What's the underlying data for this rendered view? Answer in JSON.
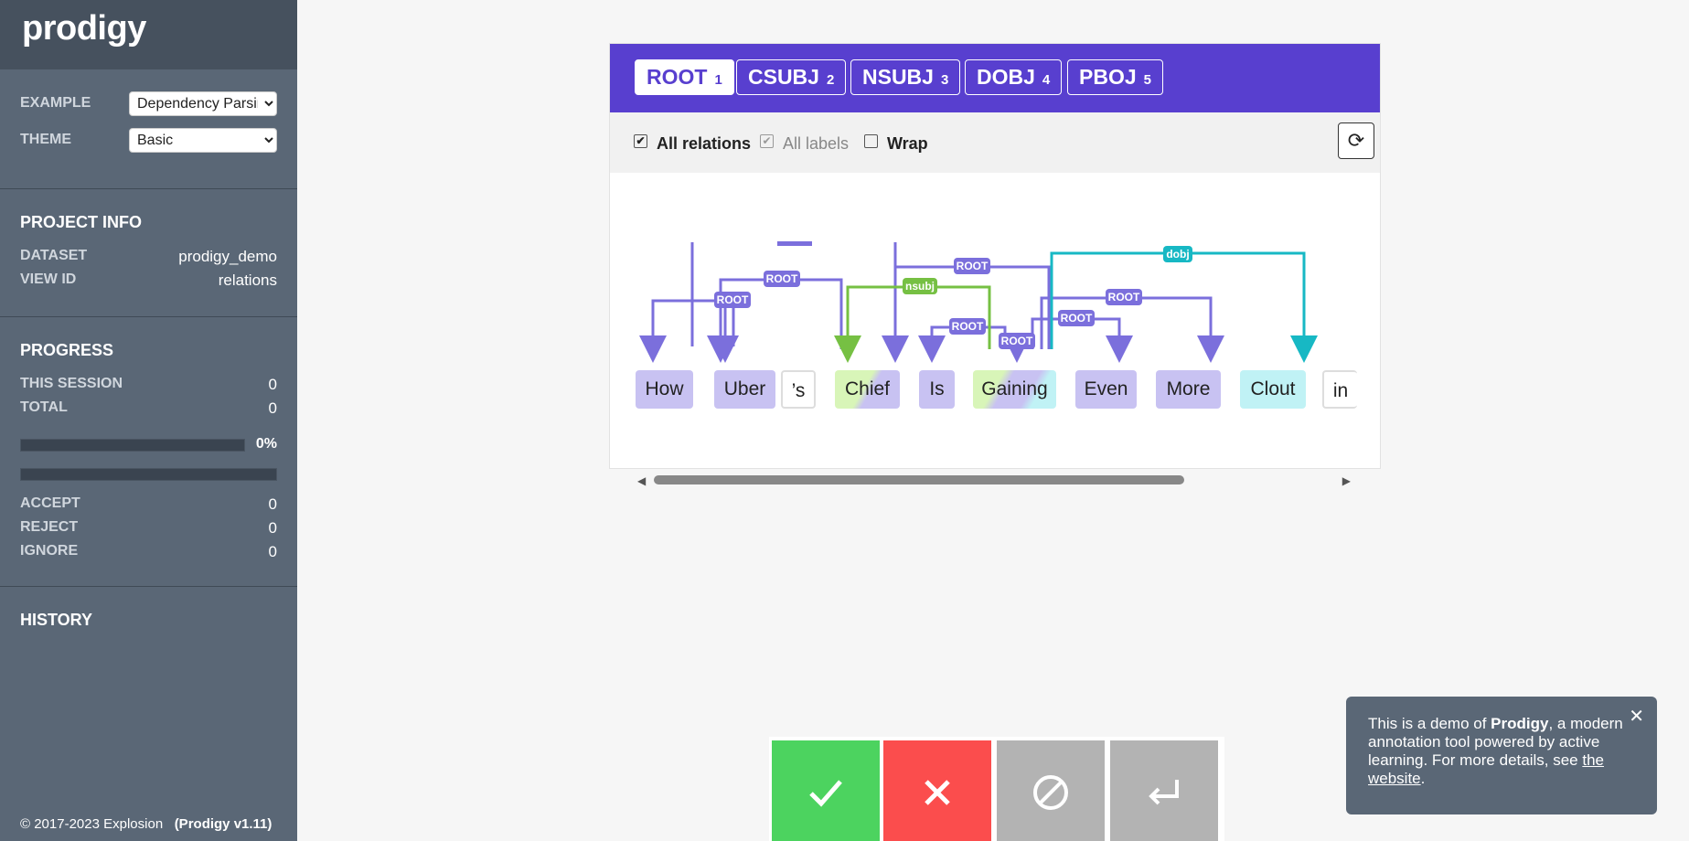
{
  "app": {
    "logo": "prodigy"
  },
  "sidebar": {
    "example_label": "EXAMPLE",
    "example_value": "Dependency Parsing",
    "theme_label": "THEME",
    "theme_value": "Basic",
    "project_info_title": "PROJECT INFO",
    "dataset_label": "DATASET",
    "dataset_value": "prodigy_demo",
    "view_id_label": "VIEW ID",
    "view_id_value": "relations",
    "progress_title": "PROGRESS",
    "this_session_label": "THIS SESSION",
    "this_session_value": "0",
    "total_label": "TOTAL",
    "total_value": "0",
    "progress_percent": "0%",
    "progress_fraction": 0,
    "accept_label": "ACCEPT",
    "accept_value": "0",
    "reject_label": "REJECT",
    "reject_value": "0",
    "ignore_label": "IGNORE",
    "ignore_value": "0",
    "history_title": "HISTORY",
    "footer_copyright": "© 2017-2023 Explosion",
    "footer_version": "(Prodigy v1.11)"
  },
  "labels": [
    {
      "name": "ROOT",
      "key": "1"
    },
    {
      "name": "CSUBJ",
      "key": "2"
    },
    {
      "name": "NSUBJ",
      "key": "3"
    },
    {
      "name": "DOBJ",
      "key": "4"
    },
    {
      "name": "PBOJ",
      "key": "5"
    }
  ],
  "options": {
    "all_relations": "All relations",
    "all_labels": "All labels",
    "wrap": "Wrap"
  },
  "tokens": [
    "How",
    "Uber",
    "’s",
    "Chief",
    "Is",
    "Gaining",
    "Even",
    "More",
    "Clout",
    "in"
  ],
  "arc_labels": {
    "root": "ROOT",
    "nsubj": "nsubj",
    "dobj": "dobj"
  },
  "colors": {
    "accent": "#583fcf",
    "root_arc": "#7b6fdc",
    "nsubj_arc": "#76c043",
    "dobj_arc": "#17b8c4",
    "accept": "#4cd35f",
    "reject": "#fb4d4d",
    "ignore": "#b3b3b3"
  },
  "actions": {
    "accept_icon": "check-icon",
    "reject_icon": "cross-icon",
    "ignore_icon": "ban-icon",
    "undo_icon": "return-icon"
  },
  "toast": {
    "text_before": "This is a demo of ",
    "brand": "Prodigy",
    "text_after": ", a modern annotation tool powered by active learning. For more details, see ",
    "link": "the website",
    "end": "."
  }
}
